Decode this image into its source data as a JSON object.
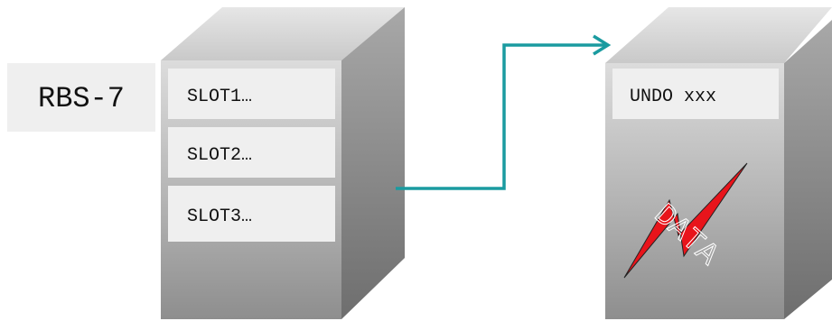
{
  "rbs_label": "RBS-7",
  "left_block": {
    "slots": [
      {
        "label": "SLOT1…"
      },
      {
        "label": "SLOT2…"
      },
      {
        "label": "SLOT3…"
      }
    ]
  },
  "right_block": {
    "header_label": "UNDO xxx",
    "lightning_text": "DATA"
  },
  "colors": {
    "arrow": "#1a9ba0",
    "lightning_fill": "#e8141b",
    "label_fill": "#efefef"
  }
}
